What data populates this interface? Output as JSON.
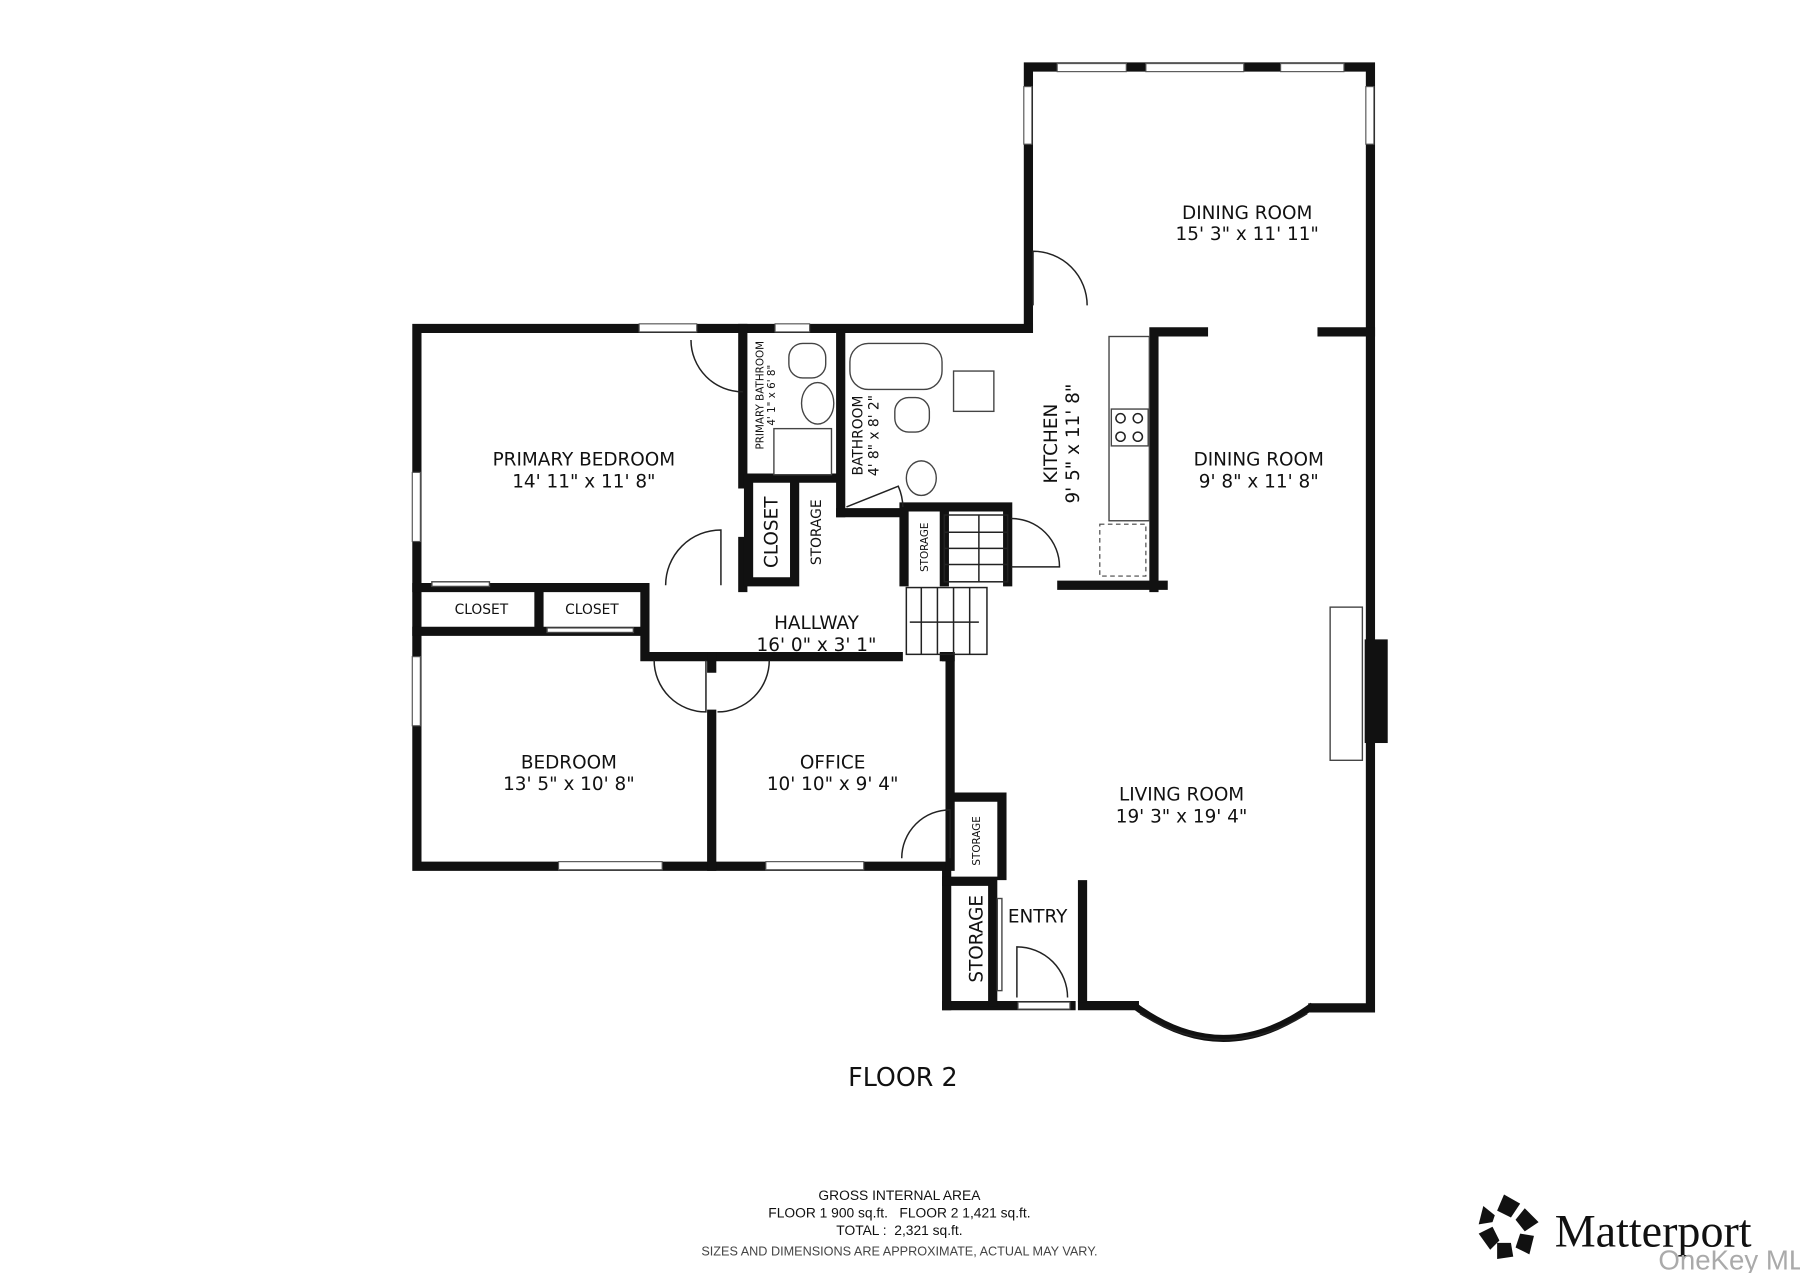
{
  "floor_label": "FLOOR 2",
  "rooms": {
    "dining_room_1": {
      "name": "DINING ROOM",
      "dims": "15' 3\" x 11' 11\""
    },
    "dining_room_2": {
      "name": "DINING ROOM",
      "dims": "9' 8\" x 11' 8\""
    },
    "kitchen": {
      "name": "KITCHEN",
      "dims": "9' 5\" x 11' 8\""
    },
    "primary_bedroom": {
      "name": "PRIMARY BEDROOM",
      "dims": "14' 11\" x 11' 8\""
    },
    "primary_bathroom": {
      "name": "PRIMARY BATHROOM",
      "dims": "4' 1\" x 6' 8\""
    },
    "bathroom": {
      "name": "BATHROOM",
      "dims": "4' 8\" x 8' 2\""
    },
    "closet_1": {
      "name": "CLOSET"
    },
    "storage_1": {
      "name": "STORAGE"
    },
    "storage_2": {
      "name": "STORAGE"
    },
    "closet_2": {
      "name": "CLOSET"
    },
    "closet_3": {
      "name": "CLOSET"
    },
    "hallway": {
      "name": "HALLWAY",
      "dims": "16' 0\" x 3' 1\""
    },
    "bedroom": {
      "name": "BEDROOM",
      "dims": "13' 5\" x 10' 8\""
    },
    "office": {
      "name": "OFFICE",
      "dims": "10' 10\" x 9' 4\""
    },
    "living_room": {
      "name": "LIVING ROOM",
      "dims": "19' 3\" x 19' 4\""
    },
    "storage_3": {
      "name": "STORAGE"
    },
    "storage_4": {
      "name": "STORAGE"
    },
    "entry": {
      "name": "ENTRY"
    }
  },
  "footer": {
    "heading": "GROSS INTERNAL AREA",
    "floors": "FLOOR 1 900 sq.ft.   FLOOR 2 1,421 sq.ft.",
    "total": "TOTAL :  2,321 sq.ft.",
    "disclaimer": "SIZES AND DIMENSIONS ARE APPROXIMATE, ACTUAL MAY VARY."
  },
  "logo": {
    "text": "Matterport",
    "icon": "matterport-logo-icon"
  },
  "watermark": "OneKey MLS",
  "colors": {
    "wall": "#111111",
    "watermark": "#aaaaaa"
  }
}
